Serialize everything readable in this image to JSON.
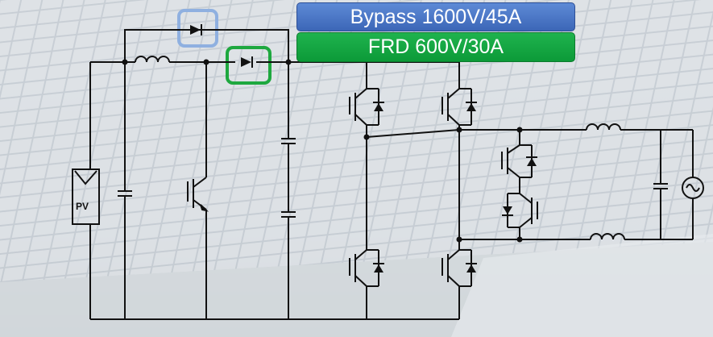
{
  "labels": {
    "bypass": "Bypass 1600V/45A",
    "frd": "FRD 600V/30A",
    "pv": "PV"
  },
  "colors": {
    "bypass_fill": "#4a78c9",
    "bypass_highlight": "#8fb0e0",
    "frd_fill": "#14a545",
    "frd_highlight": "#1ea83f",
    "wire": "#111111"
  },
  "icons": [
    "diode-icon",
    "inductor-icon",
    "capacitor-icon",
    "igbt-icon",
    "ac-source-icon",
    "pv-panel-icon"
  ]
}
